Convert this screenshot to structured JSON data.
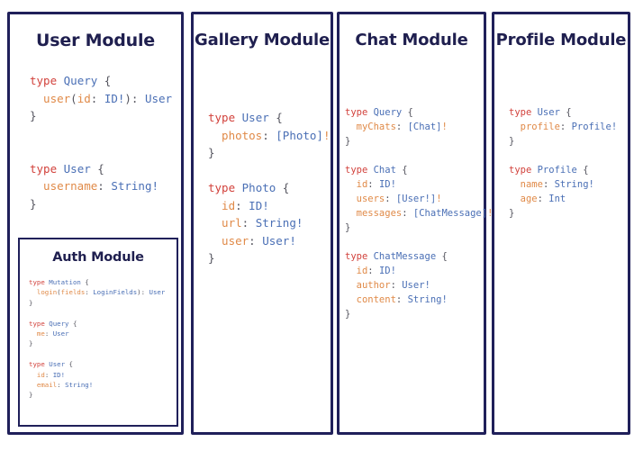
{
  "colors": {
    "panel_border": "#20205a",
    "title": "#1f1f4f",
    "keyword": "#d2423c",
    "type_name": "#4a6fb5",
    "field_name": "#e08a48",
    "punctuation": "#55555f",
    "background": "#ffffff"
  },
  "panels": [
    {
      "id": "user",
      "title": "User Module",
      "code_lines": [
        [
          {
            "t": "type ",
            "c": "kw"
          },
          {
            "t": "Query",
            "c": "type"
          },
          {
            "t": " {",
            "c": "pun"
          }
        ],
        [
          {
            "t": "  user",
            "c": "fld"
          },
          {
            "t": "(",
            "c": "pun"
          },
          {
            "t": "id",
            "c": "fld"
          },
          {
            "t": ": ",
            "c": "pun"
          },
          {
            "t": "ID!",
            "c": "type"
          },
          {
            "t": "): ",
            "c": "pun"
          },
          {
            "t": "User",
            "c": "type"
          }
        ],
        [
          {
            "t": "}",
            "c": "pun"
          }
        ],
        [
          {
            "t": "",
            "c": "pun"
          }
        ],
        [
          {
            "t": "",
            "c": "pun"
          }
        ],
        [
          {
            "t": "type ",
            "c": "kw"
          },
          {
            "t": "User",
            "c": "type"
          },
          {
            "t": " {",
            "c": "pun"
          }
        ],
        [
          {
            "t": "  username",
            "c": "fld"
          },
          {
            "t": ": ",
            "c": "pun"
          },
          {
            "t": "String!",
            "c": "type"
          }
        ],
        [
          {
            "t": "}",
            "c": "pun"
          }
        ]
      ],
      "nested": {
        "id": "auth",
        "title": "Auth Module",
        "code_lines": [
          [
            {
              "t": "type ",
              "c": "kw"
            },
            {
              "t": "Mutation",
              "c": "type"
            },
            {
              "t": " {",
              "c": "pun"
            }
          ],
          [
            {
              "t": "  login",
              "c": "fld"
            },
            {
              "t": "(",
              "c": "pun"
            },
            {
              "t": "fields",
              "c": "fld"
            },
            {
              "t": ": ",
              "c": "pun"
            },
            {
              "t": "LoginFields",
              "c": "type"
            },
            {
              "t": "): ",
              "c": "pun"
            },
            {
              "t": "User",
              "c": "type"
            }
          ],
          [
            {
              "t": "}",
              "c": "pun"
            }
          ],
          [
            {
              "t": "",
              "c": "pun"
            }
          ],
          [
            {
              "t": "type ",
              "c": "kw"
            },
            {
              "t": "Query",
              "c": "type"
            },
            {
              "t": " {",
              "c": "pun"
            }
          ],
          [
            {
              "t": "  me",
              "c": "fld"
            },
            {
              "t": ": ",
              "c": "pun"
            },
            {
              "t": "User",
              "c": "type"
            }
          ],
          [
            {
              "t": "}",
              "c": "pun"
            }
          ],
          [
            {
              "t": "",
              "c": "pun"
            }
          ],
          [
            {
              "t": "type ",
              "c": "kw"
            },
            {
              "t": "User",
              "c": "type"
            },
            {
              "t": " {",
              "c": "pun"
            }
          ],
          [
            {
              "t": "  id",
              "c": "fld"
            },
            {
              "t": ": ",
              "c": "pun"
            },
            {
              "t": "ID!",
              "c": "type"
            }
          ],
          [
            {
              "t": "  email",
              "c": "fld"
            },
            {
              "t": ": ",
              "c": "pun"
            },
            {
              "t": "String!",
              "c": "type"
            }
          ],
          [
            {
              "t": "}",
              "c": "pun"
            }
          ]
        ]
      }
    },
    {
      "id": "gallery",
      "title": "Gallery Module",
      "code_lines": [
        [
          {
            "t": "type ",
            "c": "kw"
          },
          {
            "t": "User",
            "c": "type"
          },
          {
            "t": " {",
            "c": "pun"
          }
        ],
        [
          {
            "t": "  photos",
            "c": "fld"
          },
          {
            "t": ": ",
            "c": "pun"
          },
          {
            "t": "[Photo]",
            "c": "type"
          },
          {
            "t": "!",
            "c": "fld"
          }
        ],
        [
          {
            "t": "}",
            "c": "pun"
          }
        ],
        [
          {
            "t": "",
            "c": "pun"
          }
        ],
        [
          {
            "t": "type ",
            "c": "kw"
          },
          {
            "t": "Photo",
            "c": "type"
          },
          {
            "t": " {",
            "c": "pun"
          }
        ],
        [
          {
            "t": "  id",
            "c": "fld"
          },
          {
            "t": ": ",
            "c": "pun"
          },
          {
            "t": "ID!",
            "c": "type"
          }
        ],
        [
          {
            "t": "  url",
            "c": "fld"
          },
          {
            "t": ": ",
            "c": "pun"
          },
          {
            "t": "String!",
            "c": "type"
          }
        ],
        [
          {
            "t": "  user",
            "c": "fld"
          },
          {
            "t": ": ",
            "c": "pun"
          },
          {
            "t": "User!",
            "c": "type"
          }
        ],
        [
          {
            "t": "}",
            "c": "pun"
          }
        ]
      ],
      "nested": null
    },
    {
      "id": "chat",
      "title": "Chat Module",
      "code_lines": [
        [
          {
            "t": "type ",
            "c": "kw"
          },
          {
            "t": "Query",
            "c": "type"
          },
          {
            "t": " {",
            "c": "pun"
          }
        ],
        [
          {
            "t": "  myChats",
            "c": "fld"
          },
          {
            "t": ": ",
            "c": "pun"
          },
          {
            "t": "[Chat]",
            "c": "type"
          },
          {
            "t": "!",
            "c": "fld"
          }
        ],
        [
          {
            "t": "}",
            "c": "pun"
          }
        ],
        [
          {
            "t": "",
            "c": "pun"
          }
        ],
        [
          {
            "t": "type ",
            "c": "kw"
          },
          {
            "t": "Chat",
            "c": "type"
          },
          {
            "t": " {",
            "c": "pun"
          }
        ],
        [
          {
            "t": "  id",
            "c": "fld"
          },
          {
            "t": ": ",
            "c": "pun"
          },
          {
            "t": "ID!",
            "c": "type"
          }
        ],
        [
          {
            "t": "  users",
            "c": "fld"
          },
          {
            "t": ": ",
            "c": "pun"
          },
          {
            "t": "[User!]",
            "c": "type"
          },
          {
            "t": "!",
            "c": "fld"
          }
        ],
        [
          {
            "t": "  messages",
            "c": "fld"
          },
          {
            "t": ": ",
            "c": "pun"
          },
          {
            "t": "[ChatMessage]",
            "c": "type"
          },
          {
            "t": "!",
            "c": "fld"
          }
        ],
        [
          {
            "t": "}",
            "c": "pun"
          }
        ],
        [
          {
            "t": "",
            "c": "pun"
          }
        ],
        [
          {
            "t": "type ",
            "c": "kw"
          },
          {
            "t": "ChatMessage",
            "c": "type"
          },
          {
            "t": " {",
            "c": "pun"
          }
        ],
        [
          {
            "t": "  id",
            "c": "fld"
          },
          {
            "t": ": ",
            "c": "pun"
          },
          {
            "t": "ID!",
            "c": "type"
          }
        ],
        [
          {
            "t": "  author",
            "c": "fld"
          },
          {
            "t": ": ",
            "c": "pun"
          },
          {
            "t": "User!",
            "c": "type"
          }
        ],
        [
          {
            "t": "  content",
            "c": "fld"
          },
          {
            "t": ": ",
            "c": "pun"
          },
          {
            "t": "String!",
            "c": "type"
          }
        ],
        [
          {
            "t": "}",
            "c": "pun"
          }
        ]
      ],
      "nested": null
    },
    {
      "id": "profile",
      "title": "Profile Module",
      "code_lines": [
        [
          {
            "t": "type ",
            "c": "kw"
          },
          {
            "t": "User",
            "c": "type"
          },
          {
            "t": " {",
            "c": "pun"
          }
        ],
        [
          {
            "t": "  profile",
            "c": "fld"
          },
          {
            "t": ": ",
            "c": "pun"
          },
          {
            "t": "Profile!",
            "c": "type"
          }
        ],
        [
          {
            "t": "}",
            "c": "pun"
          }
        ],
        [
          {
            "t": "",
            "c": "pun"
          }
        ],
        [
          {
            "t": "type ",
            "c": "kw"
          },
          {
            "t": "Profile",
            "c": "type"
          },
          {
            "t": " {",
            "c": "pun"
          }
        ],
        [
          {
            "t": "  name",
            "c": "fld"
          },
          {
            "t": ": ",
            "c": "pun"
          },
          {
            "t": "String!",
            "c": "type"
          }
        ],
        [
          {
            "t": "  age",
            "c": "fld"
          },
          {
            "t": ": ",
            "c": "pun"
          },
          {
            "t": "Int",
            "c": "type"
          }
        ],
        [
          {
            "t": "}",
            "c": "pun"
          }
        ]
      ],
      "nested": null
    }
  ]
}
